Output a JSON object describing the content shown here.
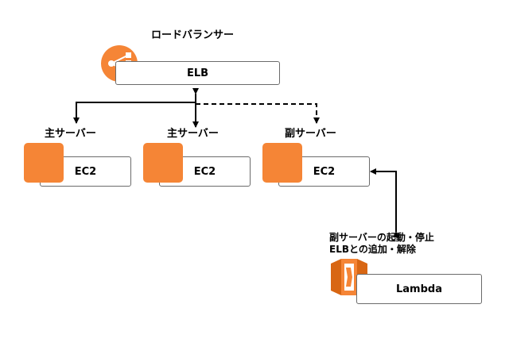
{
  "lb_title": "ロードバランサー",
  "elb": {
    "label": "ELB",
    "icon": "elb-load-balancer-icon"
  },
  "servers": [
    {
      "role": "主サーバー",
      "label": "EC2",
      "icon": "ec2-instance-icon"
    },
    {
      "role": "主サーバー",
      "label": "EC2",
      "icon": "ec2-instance-icon"
    },
    {
      "role": "副サーバー",
      "label": "EC2",
      "icon": "ec2-instance-icon"
    }
  ],
  "lambda": {
    "label": "Lambda",
    "icon": "lambda-icon",
    "note_line1": "副サーバーの起動・停止",
    "note_line2": "ELBとの追加・解除"
  },
  "colors": {
    "aws_orange": "#f58536",
    "lambda_orange": "#f58536",
    "line": "#000000",
    "border": "#6b6b6b"
  }
}
